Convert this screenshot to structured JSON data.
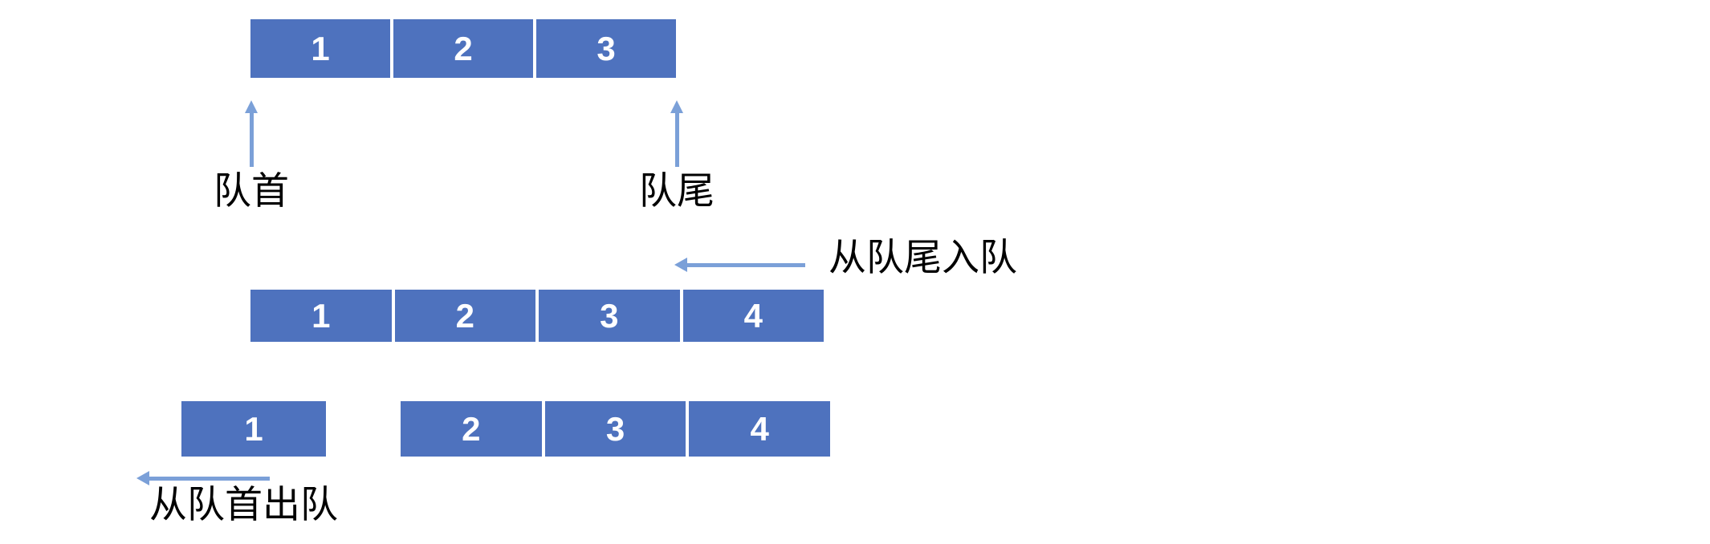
{
  "diagram": {
    "subject": "queue data structure (FIFO) operations"
  },
  "colors": {
    "box_fill": "#4E72BE",
    "arrow_blue": "#7BA0D8",
    "box_text": "#ffffff",
    "label_text": "#000000",
    "page_bg": "#ffffff"
  },
  "labels": {
    "front": "队首",
    "rear": "队尾",
    "enqueue": "从队尾入队",
    "dequeue": "从队首出队"
  },
  "queue_rows": {
    "initial": {
      "cells": [
        "1",
        "2",
        "3"
      ]
    },
    "after_enqueue": {
      "cells": [
        "1",
        "2",
        "3",
        "4"
      ]
    },
    "after_dequeue": {
      "dequeued": "1",
      "remaining": [
        "2",
        "3",
        "4"
      ]
    }
  }
}
